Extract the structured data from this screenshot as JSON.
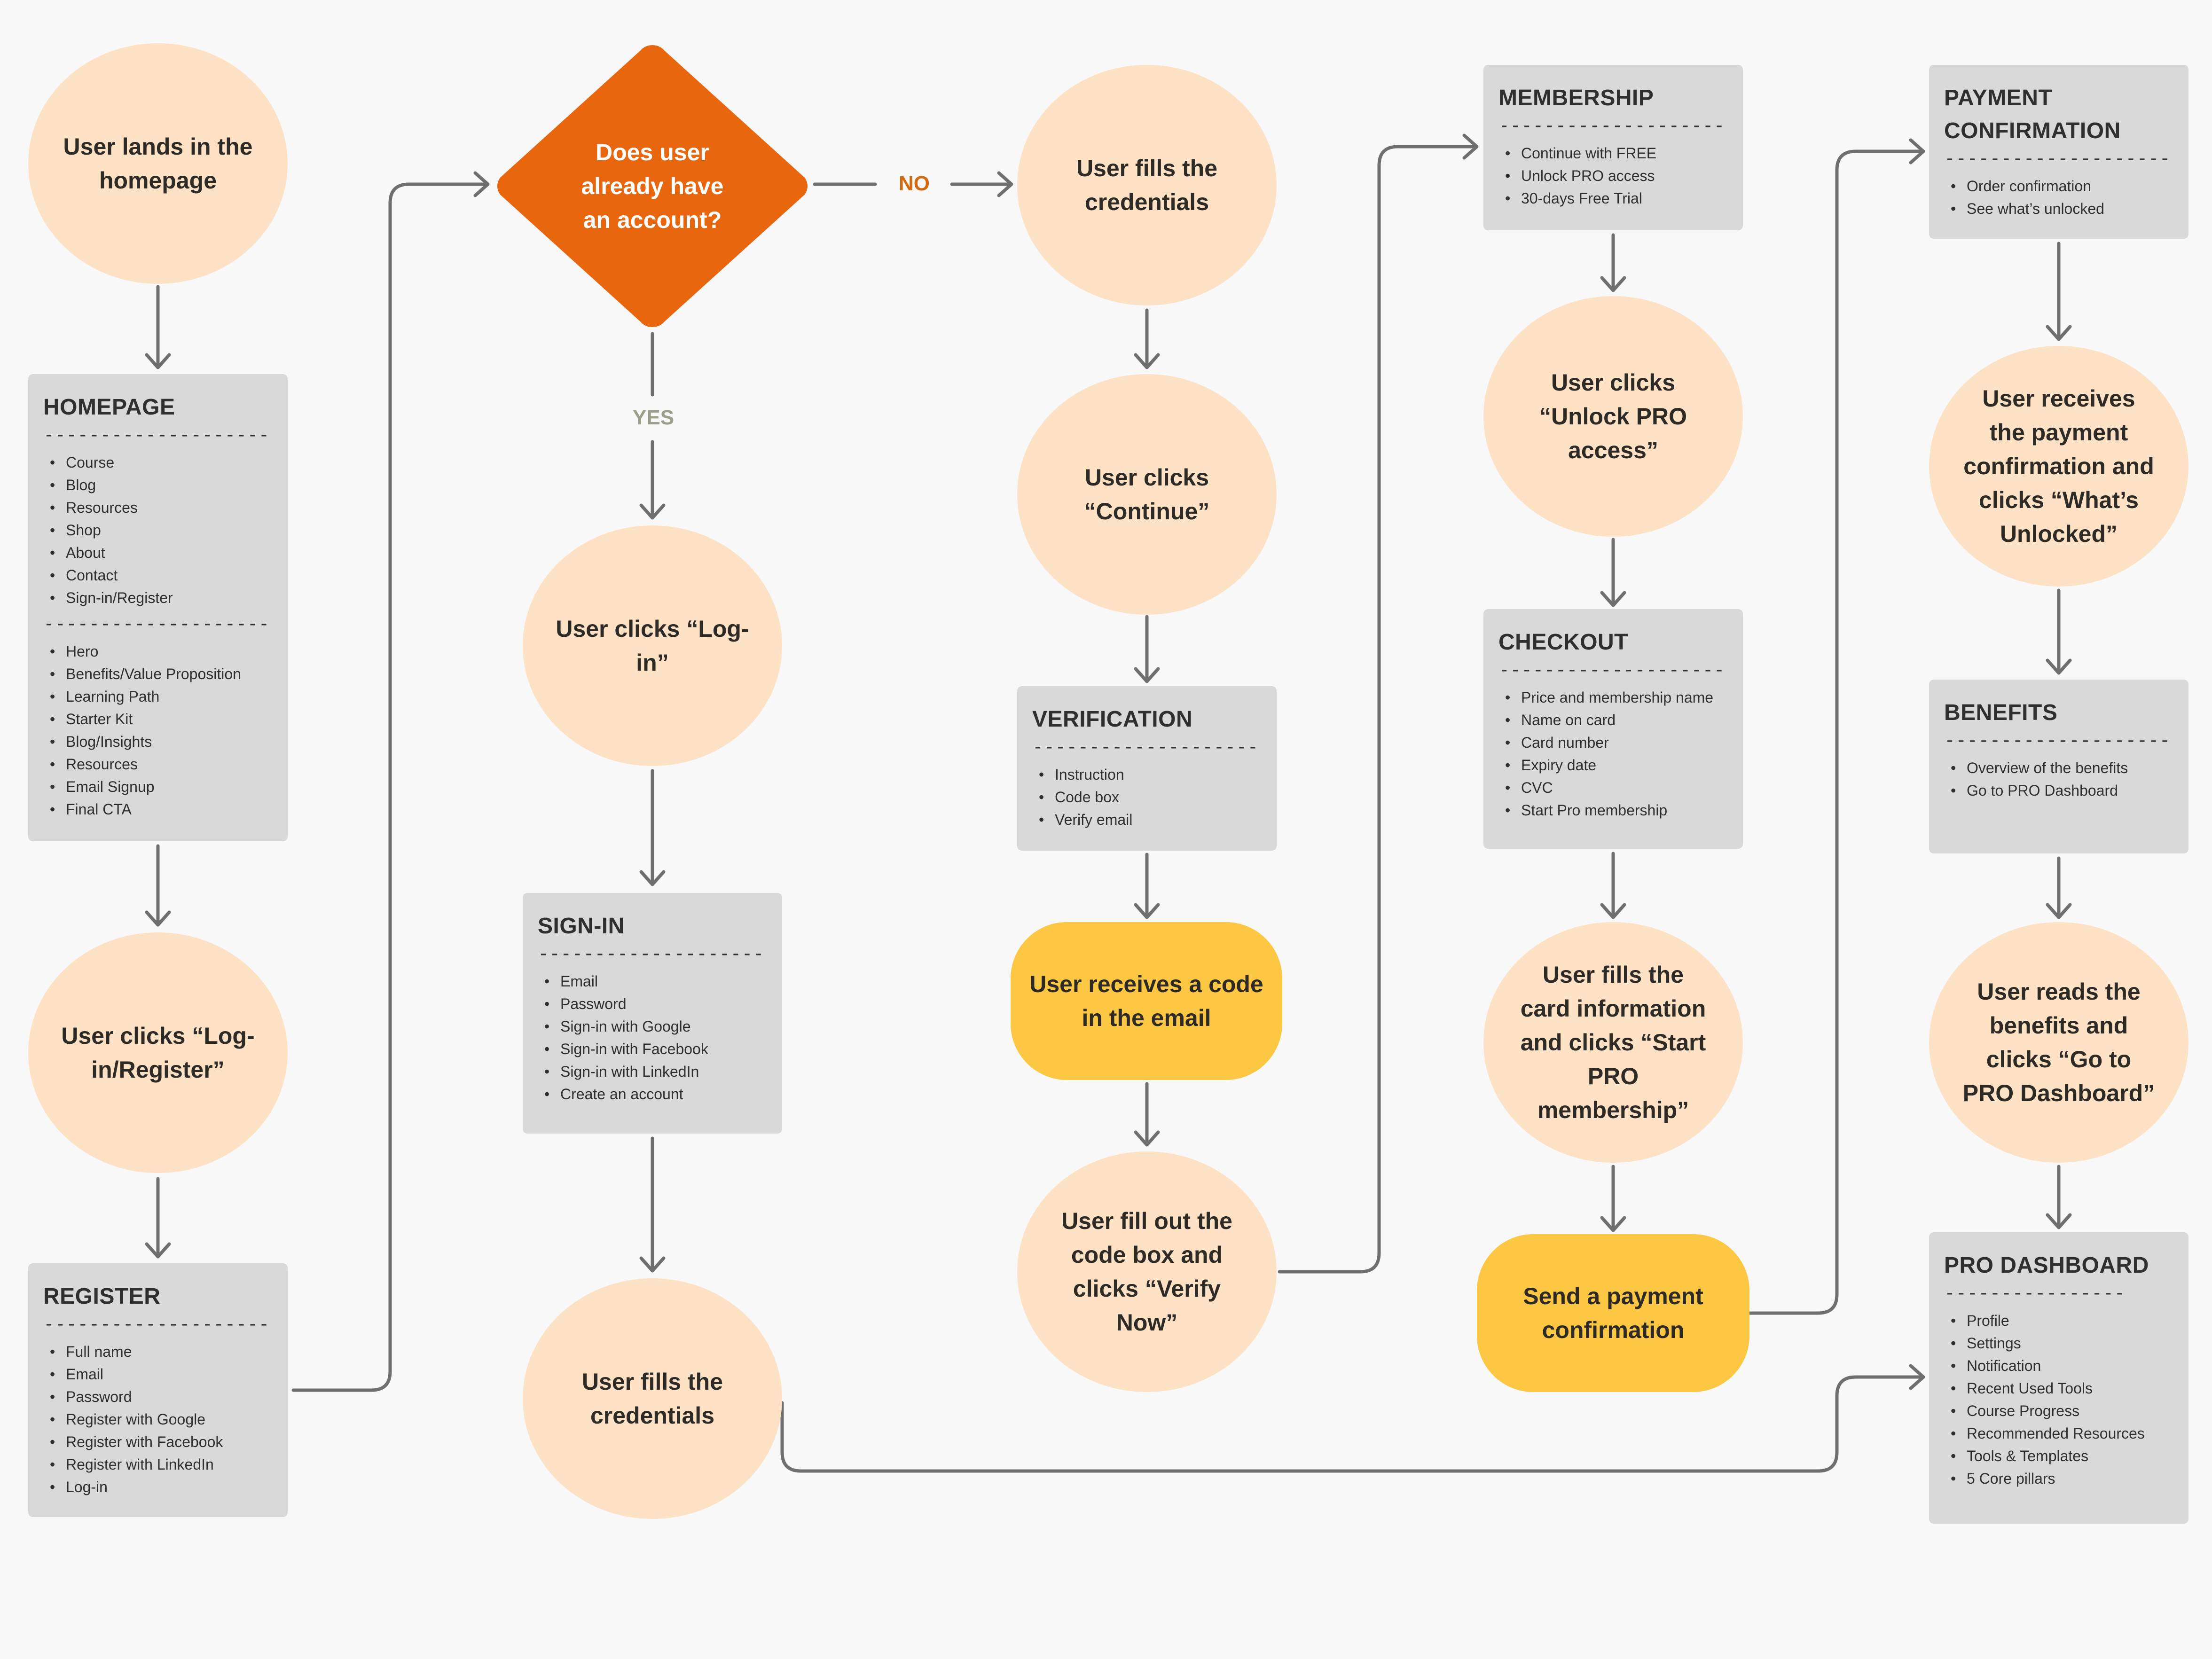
{
  "colors": {
    "circle": "#fee2c6",
    "pill": "#fcc844",
    "decision": "#e8660e",
    "box": "#d9d9d9",
    "connector": "#6f6f6f",
    "no_label": "#d4690e",
    "yes_label": "#9c9c8c"
  },
  "nodes": {
    "lands_homepage": "User lands in the\nhomepage",
    "homepage": {
      "title": "HOMEPAGE",
      "dashes": "--------------------",
      "items": [
        "Course",
        "Blog",
        "Resources",
        "Shop",
        "About",
        "Contact",
        "Sign-in/Register"
      ],
      "dashes2": "--------------------",
      "items2": [
        "Hero",
        "Benefits/Value Proposition",
        "Learning Path",
        "Starter Kit",
        "Blog/Insights",
        "Resources",
        "Email Signup",
        "Final CTA"
      ]
    },
    "clicks_login_register": "User clicks “Log-\nin/Register”",
    "register": {
      "title": "REGISTER",
      "dashes": "--------------------",
      "items": [
        "Full name",
        "Email",
        "Password",
        "Register with Google",
        "Register with Facebook",
        "Register with LinkedIn",
        "Log-in"
      ]
    },
    "decision": "Does user\nalready have\nan account?",
    "edge_no": "NO",
    "edge_yes": "YES",
    "clicks_login": "User clicks “Log-\nin”",
    "signin": {
      "title": "SIGN-IN",
      "dashes": "--------------------",
      "items": [
        "Email",
        "Password",
        "Sign-in with Google",
        "Sign-in with Facebook",
        "Sign-in with LinkedIn",
        "Create an account"
      ]
    },
    "fills_credentials_signin": "User fills the\ncredentials",
    "fills_credentials": "User fills the\ncredentials",
    "clicks_continue": "User clicks\n“Continue”",
    "verification": {
      "title": "VERIFICATION",
      "dashes": "--------------------",
      "items": [
        "Instruction",
        "Code box",
        "Verify email"
      ]
    },
    "receives_code": "User receives a code\nin the email",
    "fill_code": "User fill out the\ncode box and\nclicks “Verify\nNow”",
    "membership": {
      "title": "MEMBERSHIP",
      "dashes": "--------------------",
      "items": [
        "Continue with FREE",
        "Unlock PRO access",
        "30-days Free Trial"
      ]
    },
    "clicks_unlock_pro": "User clicks\n“Unlock PRO\naccess”",
    "checkout": {
      "title": "CHECKOUT",
      "dashes": "--------------------",
      "items": [
        "Price and membership name",
        "Name on card",
        "Card number",
        "Expiry date",
        "CVC",
        "Start Pro membership"
      ]
    },
    "fills_card": "User fills the\ncard information\nand clicks “Start\nPRO\nmembership”",
    "send_payment": "Send a payment\nconfirmation",
    "payment_confirmation": {
      "title": "PAYMENT\nCONFIRMATION",
      "dashes": "--------------------",
      "items": [
        "Order confirmation",
        "See what’s unlocked"
      ]
    },
    "receives_payment": "User receives\nthe payment\nconfirmation and\nclicks “What’s\nUnlocked”",
    "benefits": {
      "title": "BENEFITS",
      "dashes": "--------------------",
      "items": [
        "Overview of the benefits",
        "Go to PRO Dashboard"
      ]
    },
    "reads_benefits": "User reads the\nbenefits and\nclicks “Go to\nPRO Dashboard”",
    "pro_dashboard": {
      "title": "PRO DASHBOARD",
      "dashes": "----------------",
      "items": [
        "Profile",
        "Settings",
        "Notification",
        "Recent Used Tools",
        "Course Progress",
        "Recommended Resources",
        "Tools & Templates",
        "5 Core pillars"
      ]
    }
  }
}
